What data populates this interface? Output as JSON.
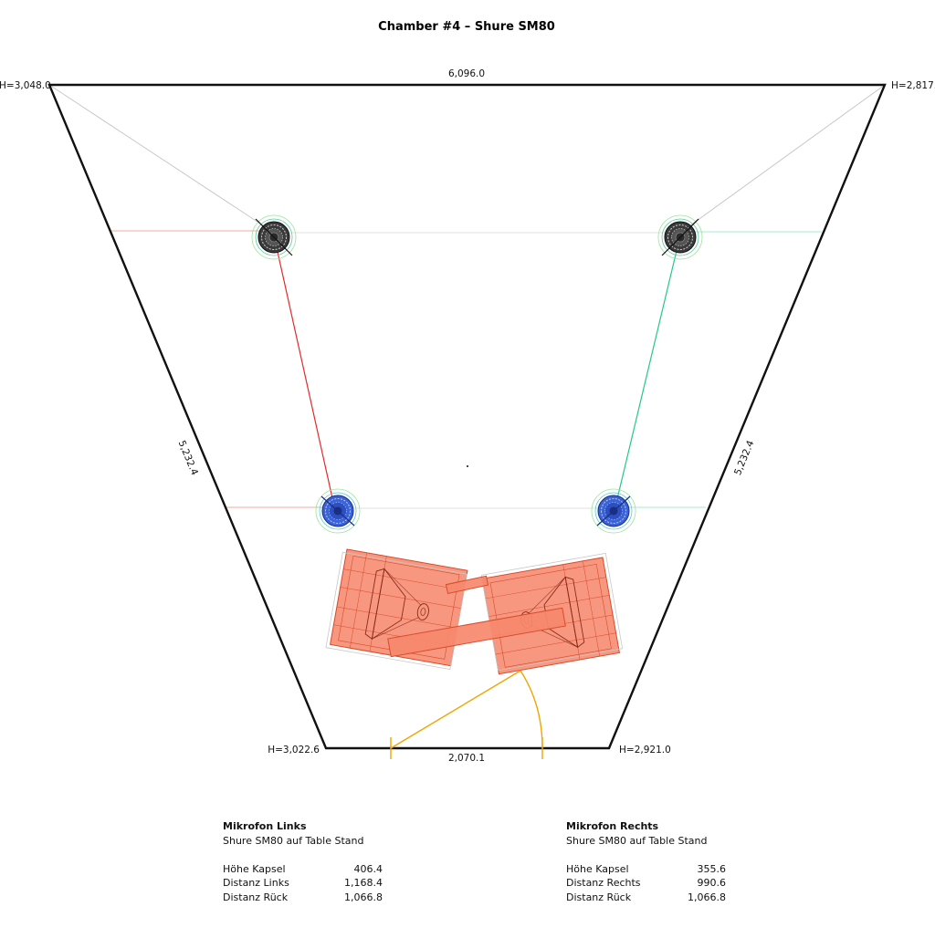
{
  "title": "Chamber #4 – Shure SM80",
  "dimensions": {
    "top_width": "6,096.0",
    "bottom_width": "2,070.1",
    "left_side": "5,232.4",
    "right_side": "5,232.4",
    "height_top_left": "H=3,048.0",
    "height_top_right": "H=2,817.",
    "height_bottom_left": "H=3,022.6",
    "height_bottom_right": "H=2,921.0"
  },
  "colors": {
    "wall": "#111111",
    "left_mic_line": "#e32b2b",
    "right_mic_line": "#22c98a",
    "speaker_fill": "#f6896d",
    "speaker_stroke": "#d94a2a",
    "mic_fill": "#3a63d8",
    "angle_arc": "#f0a500",
    "guide_line": "#c8c8c8"
  },
  "icons": {
    "rear_speaker": "rear-speaker-icon",
    "microphone": "microphone-icon",
    "front_speaker": "front-speaker-icon"
  },
  "mic_left": {
    "title": "Mikrofon Links",
    "subtitle": "Shure SM80 auf Table Stand",
    "rows": [
      {
        "label": "Höhe Kapsel",
        "value": "406.4"
      },
      {
        "label": "Distanz Links",
        "value": "1,168.4"
      },
      {
        "label": "Distanz Rück",
        "value": "1,066.8"
      }
    ]
  },
  "mic_right": {
    "title": "Mikrofon Rechts",
    "subtitle": "Shure SM80 auf Table Stand",
    "rows": [
      {
        "label": "Höhe Kapsel",
        "value": "355.6"
      },
      {
        "label": "Distanz Rechts",
        "value": "990.6"
      },
      {
        "label": "Distanz Rück",
        "value": "1,066.8"
      }
    ]
  }
}
